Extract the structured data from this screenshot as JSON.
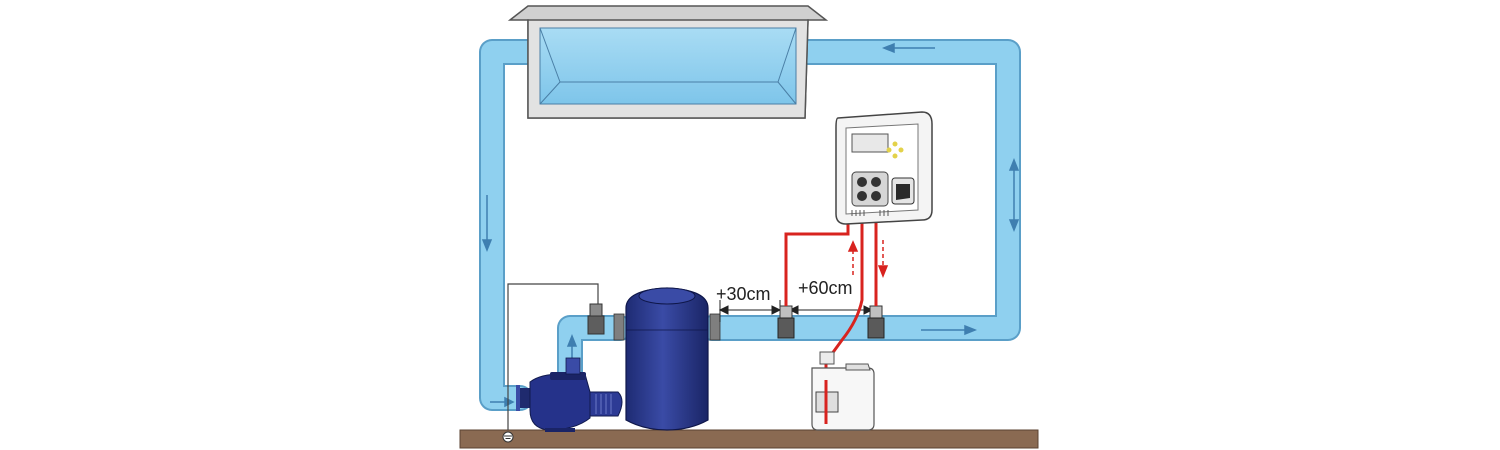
{
  "diagram": {
    "distance_filter_to_probe": "+30cm",
    "distance_probe_to_dosing": "+60cm"
  },
  "colors": {
    "water": "#8fd0ef",
    "water_edge": "#5a9fc8",
    "pool_wall": "#d9d9d9",
    "equipment_blue": "#2b3a8c",
    "chemical_line": "#d8231f",
    "ground": "#8a6a52"
  },
  "icons": [
    "pool",
    "water-pump",
    "sand-filter",
    "probe-holder",
    "controller-unit",
    "chemical-container",
    "flow-arrow",
    "ground-symbol"
  ]
}
